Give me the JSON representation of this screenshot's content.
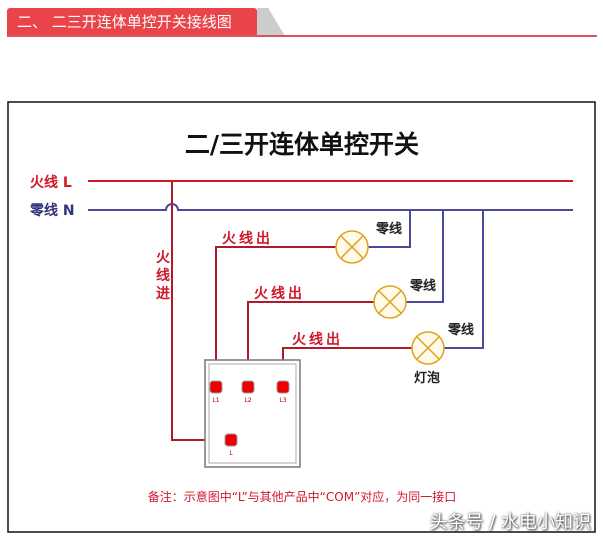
{
  "header": {
    "title": "二、 二三开连体单控开关接线图"
  },
  "diagram": {
    "title": "二/三开连体单控开关",
    "live_label": "火线 L",
    "neutral_label": "零线 N",
    "live_in": [
      "火",
      "线",
      "进"
    ],
    "live_out": "火线出",
    "neutral": "零线",
    "bulb": "灯泡",
    "terminals": [
      "L1",
      "L2",
      "L3",
      "L"
    ],
    "note": "备注：示意图中“L”与其他产品中“COM”对应，为同一接口",
    "colors": {
      "live": "#d0182a",
      "neutral": "#4b4a9a",
      "bulb": "#e0a020"
    }
  },
  "watermark": "头条号 / 水电小知识"
}
